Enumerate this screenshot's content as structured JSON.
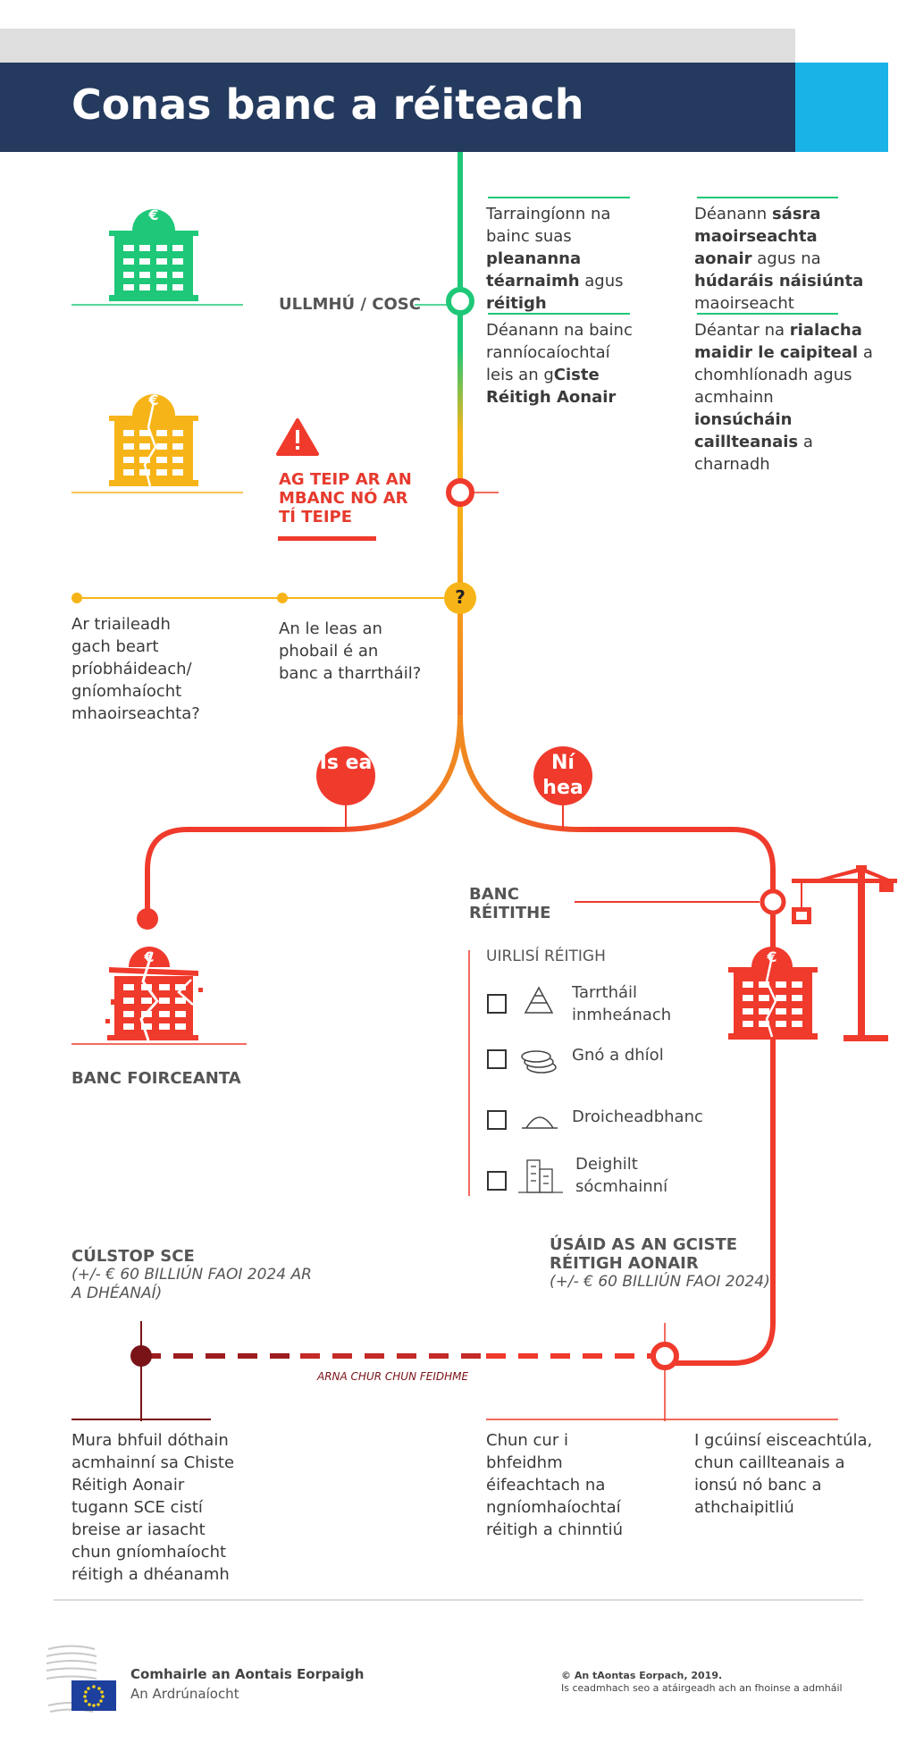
{
  "header": {
    "title": "Conas banc a réiteach"
  },
  "stages": {
    "prepare": {
      "label": "ULLMHÚ / COSC"
    },
    "failing": {
      "label": "AG TEIP AR AN MBANC NÓ AR TÍ TEIPE"
    }
  },
  "info": {
    "plans_pre": "Tarraingíonn na bainc suas ",
    "plans_b1": "pleananna téarnaimh",
    "plans_mid": " agus ",
    "plans_b2": "réitigh",
    "supervision_pre": "Déanann ",
    "supervision_b1": "sásra maoirseachta aonair",
    "supervision_mid": " agus na ",
    "supervision_b2": "húdaráis náisiúnta",
    "supervision_post": " maoirseacht",
    "contrib_pre": "Déanann na bainc ranníocaíochtaí leis an g",
    "contrib_b1": "Ciste Réitigh Aonair",
    "rules_pre": "Déantar na ",
    "rules_b1": "rialacha maidir le caipiteal",
    "rules_mid": " a chomhlíonadh agus acmhainn ",
    "rules_b2": "ionsúcháin caillteanais",
    "rules_post": " a charnadh"
  },
  "question": {
    "symbol": "?",
    "private": "Ar triaileadh gach beart príobháideach/ gníomhaíocht mhaoirseachta?",
    "public": "An le leas an phobail é an banc a tharrtháil?"
  },
  "branches": {
    "yes": "Is ea",
    "no": "Ní hea"
  },
  "insolvent": {
    "label": "BANC FOIRCEANTA"
  },
  "resolved": {
    "label": "BANC RÉITITHE"
  },
  "tools": {
    "header": "UIRLISÍ RÉITIGH",
    "items": [
      {
        "label": "Tarrtháil inmheánach",
        "icon": "bail-in-pyramid-icon"
      },
      {
        "label": "Gnó a dhíol",
        "icon": "coins-icon"
      },
      {
        "label": "Droicheadbhanc",
        "icon": "bridge-icon"
      },
      {
        "label": "Deighilt sócmhainní",
        "icon": "buildings-icon"
      }
    ]
  },
  "backstop": {
    "title": "CÚLSTOP SCE",
    "sub": "(+/- € 60 BILLIÚN FAOI 2024 AR A DHÉANAÍ)",
    "desc": "Mura bhfuil dóthain acmhainní sa Chiste Réitigh Aonair tugann SCE cistí breise ar iasacht chun gníomhaíocht réitigh a dhéanamh"
  },
  "fund": {
    "title": "ÚSÁID AS AN GCISTE RÉITIGH AONAIR",
    "sub": "(+/- € 60 BILLIÚN FAOI 2024)",
    "desc1": "Chun cur i bhfeidhm éifeachtach na ngníomhaíochtaí réitigh a chinntiú",
    "desc2": "I gcúinsí eisceachtúla, chun caillteanais a ionsú nó banc a athchaipitliú"
  },
  "dashed_label": "ARNA CHUR CHUN FEIDHME",
  "currency": "€",
  "footer": {
    "org": "Comhairle an Aontais Eorpaigh",
    "sub": "An Ardrúnaíocht",
    "copyright": "© An tAontas Eorpach, 2019.",
    "reuse": "Is ceadmhach seo a atáirgeadh ach an fhoinse a admháil"
  },
  "colors": {
    "navy": "#243a5e",
    "cyan": "#1ab3e8",
    "green": "#1ec878",
    "yellow": "#f7b418",
    "red": "#ef3a2c",
    "dark_red": "#7a1318"
  }
}
